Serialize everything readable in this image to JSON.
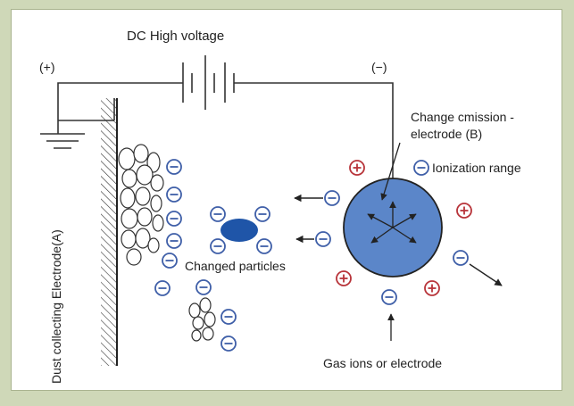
{
  "labels": {
    "dc_voltage": "DC High voltage",
    "plus_terminal": "(+)",
    "minus_terminal": "(−)",
    "emission_electrode_line1": "Change cmission -",
    "emission_electrode_line2": "electrode  (B)",
    "ionization_range": "Ionization range",
    "charged_particles": "Changed particles",
    "gas_ions": "Gas ions or electrode",
    "collecting_electrode": "Dust collecting Electrode(A)"
  },
  "colors": {
    "negative_ion": "#3f5fa8",
    "positive_ion": "#b8343a",
    "electrode_fill": "#5b86c9",
    "particle_fill": "#1f55a8",
    "frame_bg": "#cfd8b8"
  },
  "icons": {
    "negative_ion": "minus-circle-icon",
    "positive_ion": "plus-circle-icon"
  }
}
